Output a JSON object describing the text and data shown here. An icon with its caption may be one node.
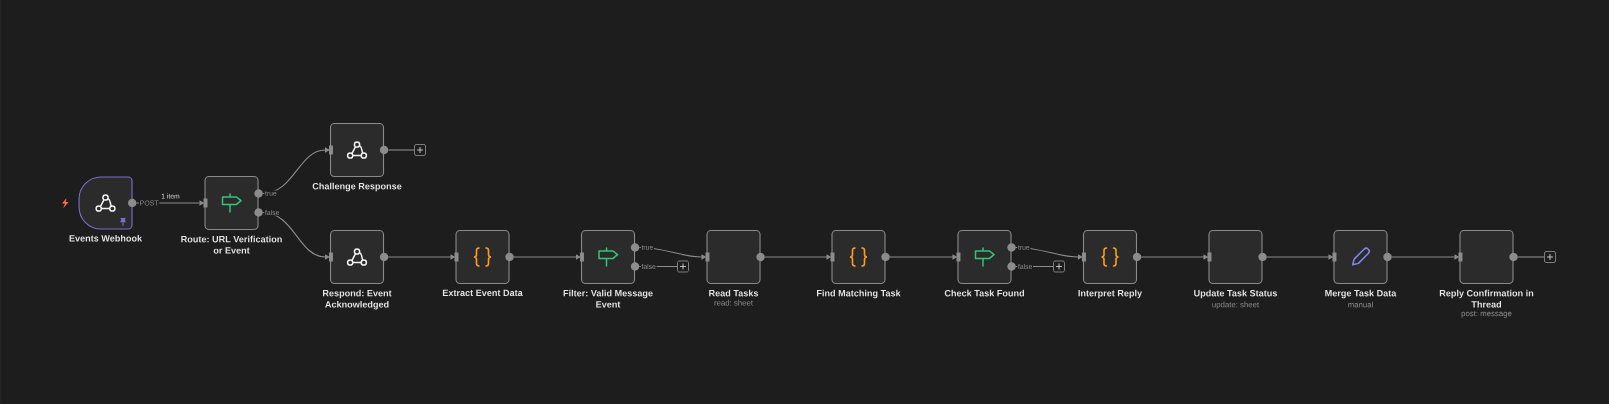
{
  "diagram": {
    "nodes": [
      {
        "text": [
          "Events Webhook"
        ]
      },
      {
        "text": [
          "Route: URL Verification or Event"
        ]
      },
      {
        "text": [
          "Challenge Response"
        ]
      },
      {
        "text": [
          "Respond: Event Acknowledged"
        ]
      },
      {
        "text": [
          "Extract Event Data"
        ]
      },
      {
        "text": [
          "Filter: Valid Message Event"
        ]
      },
      {
        "text": [
          "Read Tasks"
        ],
        "beside": [
          "read: sheet"
        ]
      },
      {
        "text": [
          "Find Matching Task"
        ]
      },
      {
        "text": [
          "Check Task Found"
        ]
      },
      {
        "text": [
          "Interpret Reply"
        ]
      },
      {
        "text": [
          "Update Task Status"
        ],
        "beside": [
          "update: sheet"
        ]
      },
      {
        "text": [
          "Merge Task Data"
        ],
        "beside": [
          "manual"
        ]
      },
      {
        "text": [
          "Reply Confirmation in Thread"
        ],
        "beside": [
          "post: message"
        ]
      },
      {
        "text": [],
        "shape": "box"
      },
      {
        "text": [],
        "shape": "box"
      },
      {
        "text": [],
        "shape": "box"
      },
      {
        "text": [],
        "shape": "box"
      }
    ],
    "edges": [
      {
        "from": 0,
        "to": 1,
        "arrow": "to",
        "label": "1 item"
      },
      {
        "from": 1,
        "to": 2,
        "arrow": "to",
        "label": "true"
      },
      {
        "from": 1,
        "to": 3,
        "arrow": "to",
        "label": "false"
      },
      {
        "from": 2,
        "to": 13,
        "arrow": "none"
      },
      {
        "from": 3,
        "to": 4,
        "arrow": "to"
      },
      {
        "from": 4,
        "to": 5,
        "arrow": "to"
      },
      {
        "from": 5,
        "to": 6,
        "arrow": "to",
        "label": "true"
      },
      {
        "from": 5,
        "to": 14,
        "arrow": "none",
        "label": "false"
      },
      {
        "from": 6,
        "to": 7,
        "arrow": "to"
      },
      {
        "from": 7,
        "to": 8,
        "arrow": "to"
      },
      {
        "from": 8,
        "to": 9,
        "arrow": "to",
        "label": "true"
      },
      {
        "from": 8,
        "to": 15,
        "arrow": "none",
        "label": "false"
      },
      {
        "from": 9,
        "to": 10,
        "arrow": "to"
      },
      {
        "from": 10,
        "to": 11,
        "arrow": "to"
      },
      {
        "from": 11,
        "to": 12,
        "arrow": "to"
      },
      {
        "from": 12,
        "to": 16,
        "arrow": "none"
      }
    ],
    "labels": [
      "POST"
    ]
  }
}
